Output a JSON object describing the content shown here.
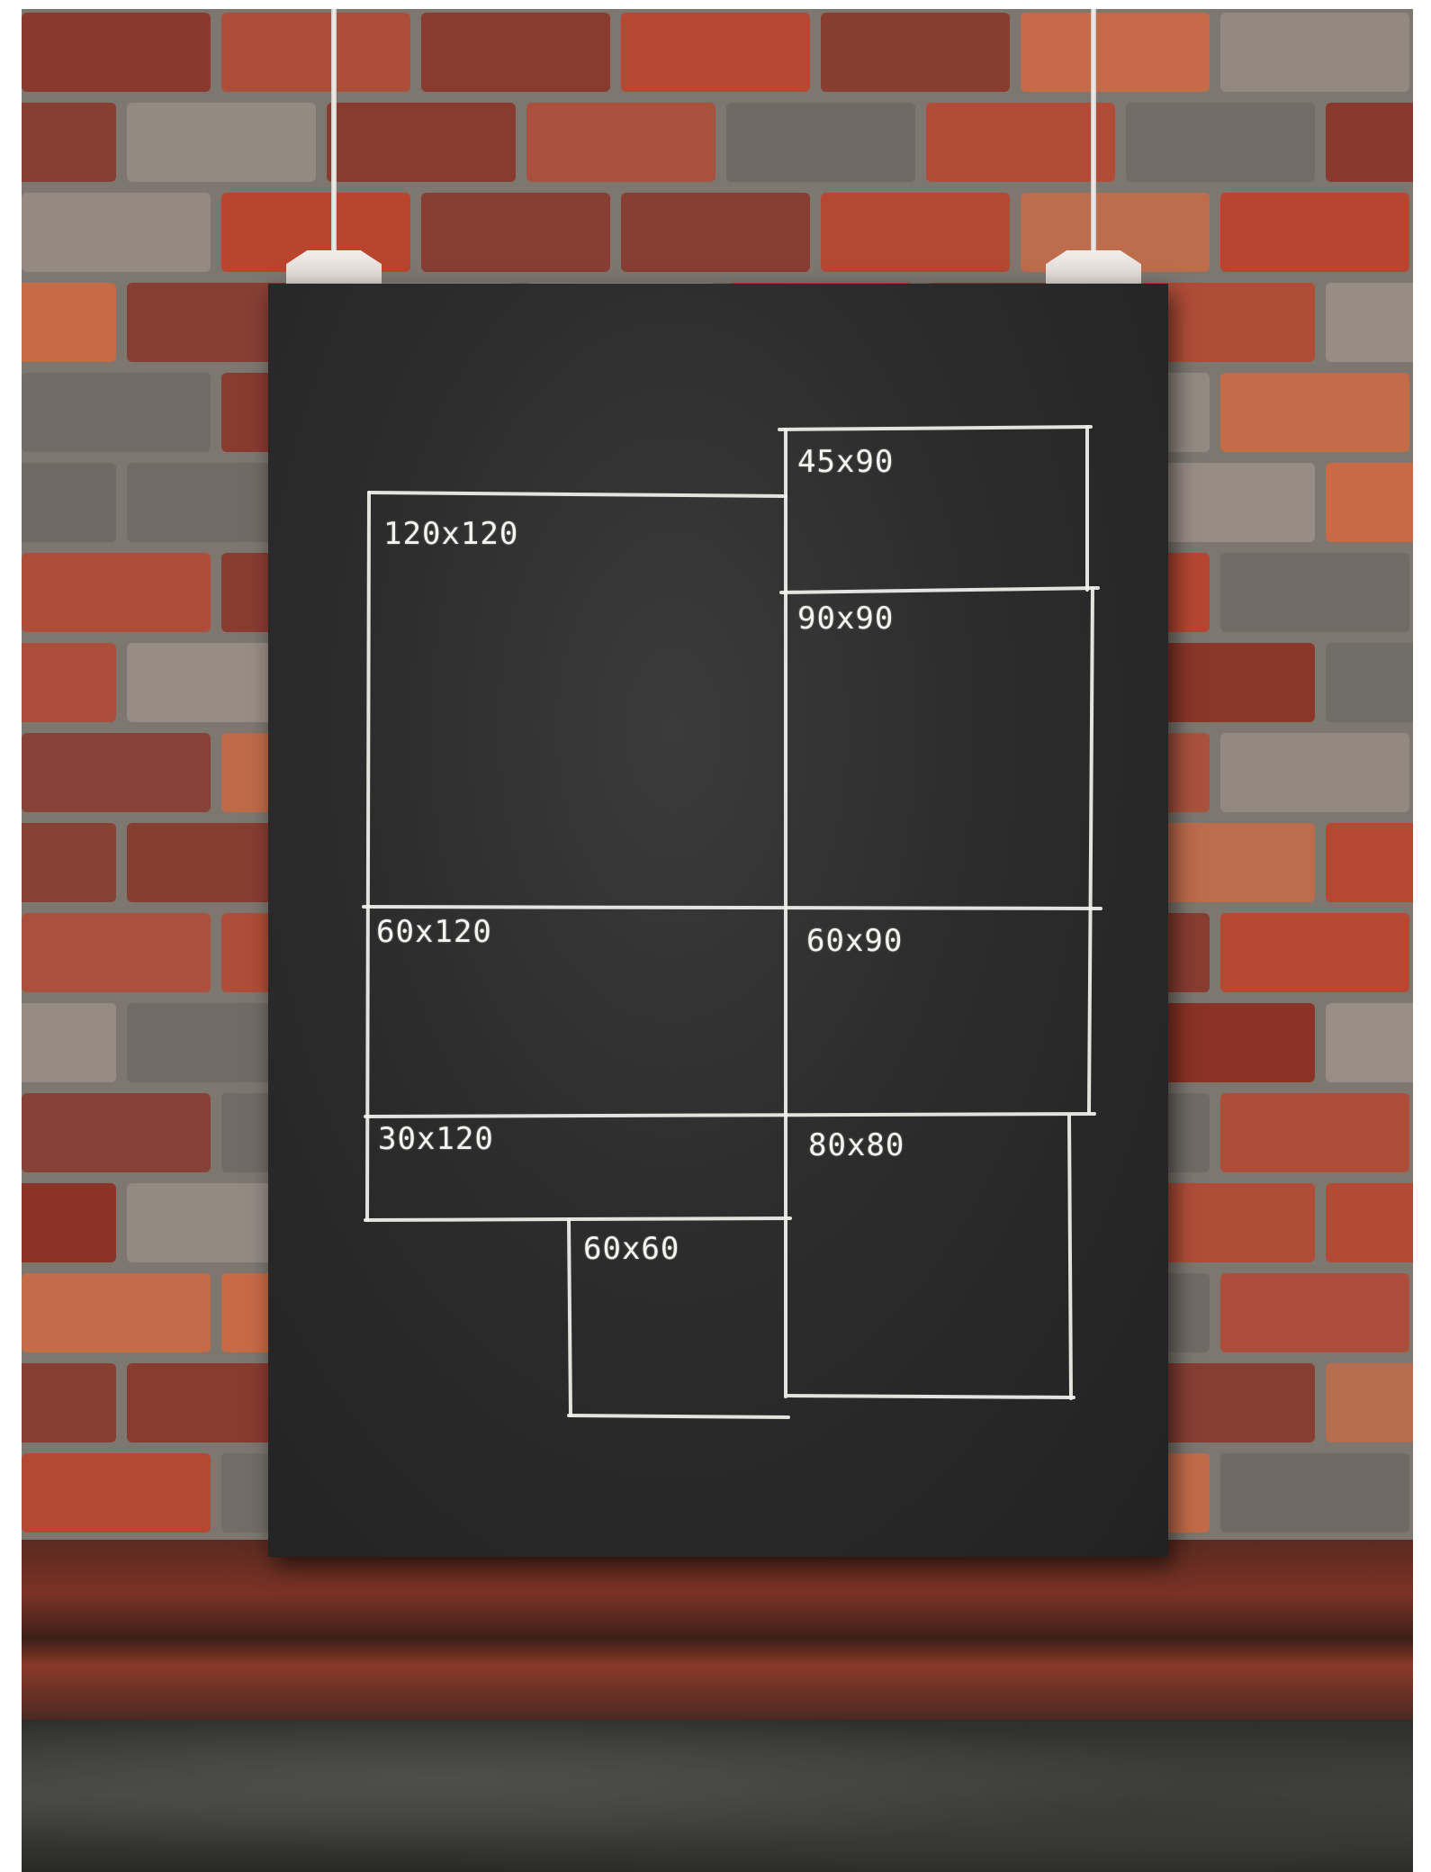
{
  "scene": {
    "wall_colors": [
      "#b8452e",
      "#c96a45",
      "#8a3326",
      "#9a8f86",
      "#6f6a64"
    ],
    "board_color": "#2c2c2c",
    "chalk_color": "#f2f2ee"
  },
  "frames": [
    {
      "id": "120x120",
      "label": "120x120"
    },
    {
      "id": "45x90",
      "label": "45x90"
    },
    {
      "id": "90x90",
      "label": "90x90"
    },
    {
      "id": "60x120",
      "label": "60x120"
    },
    {
      "id": "60x90",
      "label": "60x90"
    },
    {
      "id": "30x120",
      "label": "30x120"
    },
    {
      "id": "80x80",
      "label": "80x80"
    },
    {
      "id": "60x60",
      "label": "60x60"
    }
  ]
}
